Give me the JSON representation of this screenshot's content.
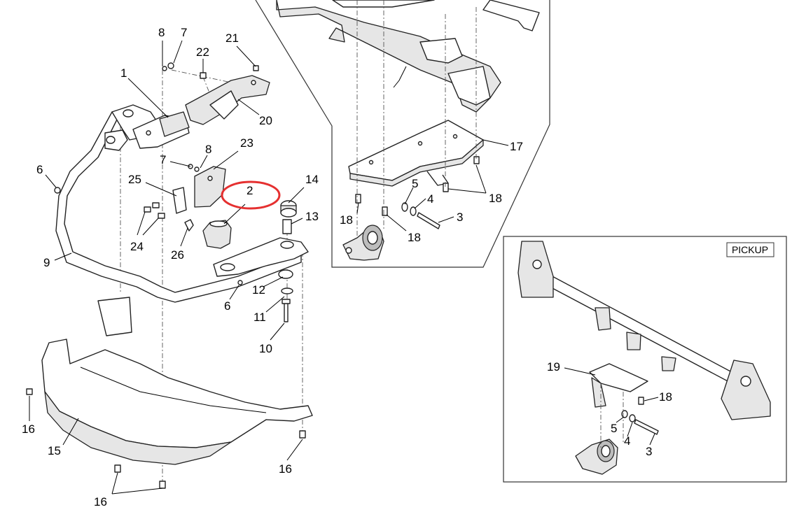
{
  "callouts": {
    "c1": "1",
    "c2": "2",
    "c3a": "3",
    "c3b": "3",
    "c4a": "4",
    "c4b": "4",
    "c5a": "5",
    "c5b": "5",
    "c6a": "6",
    "c6b": "6",
    "c7a": "7",
    "c7b": "7",
    "c8a": "8",
    "c8b": "8",
    "c9": "9",
    "c10": "10",
    "c11": "11",
    "c12": "12",
    "c13": "13",
    "c14": "14",
    "c15": "15",
    "c16a": "16",
    "c16b": "16",
    "c16c": "16",
    "c17": "17",
    "c18a": "18",
    "c18b": "18",
    "c18c": "18",
    "c18d": "18",
    "c19": "19",
    "c20": "20",
    "c21": "21",
    "c22": "22",
    "c23": "23",
    "c24": "24",
    "c25": "25",
    "c26": "26"
  },
  "pickup_label": "PICKUP",
  "highlight": {
    "target": "2",
    "color": "#e53030"
  }
}
